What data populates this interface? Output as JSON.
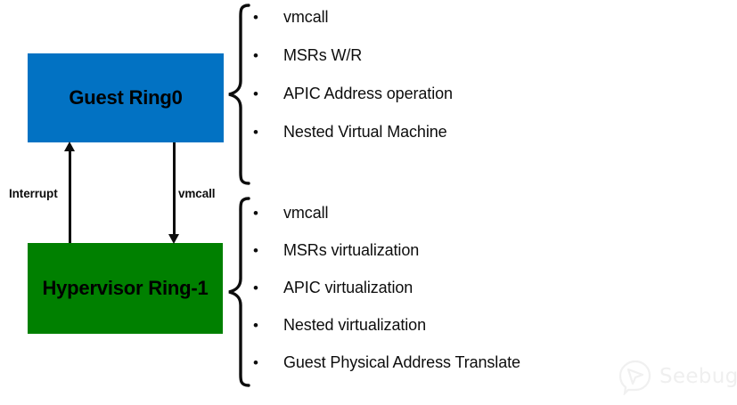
{
  "diagram": {
    "title": "Guest Ring0 / Hypervisor Ring-1 virtualization diagram",
    "boxes": [
      {
        "id": "guest",
        "label": "Guest Ring0",
        "color": "#0272C3",
        "text_color": "#000000"
      },
      {
        "id": "hypervisor",
        "label": "Hypervisor Ring-1",
        "color": "#008000",
        "text_color": "#000000"
      }
    ],
    "arrows": [
      {
        "id": "interrupt",
        "label": "Interrupt",
        "direction": "up",
        "from": "hypervisor",
        "to": "guest"
      },
      {
        "id": "vmcall",
        "label": "vmcall",
        "direction": "down",
        "from": "guest",
        "to": "hypervisor"
      }
    ],
    "bullet_char": "•",
    "groups": [
      {
        "id": "guest",
        "brace": "left-curly-brace",
        "items": [
          "vmcall",
          "MSRs W/R",
          "APIC Address operation",
          "Nested Virtual Machine"
        ]
      },
      {
        "id": "hypervisor",
        "brace": "left-curly-brace",
        "items": [
          "vmcall",
          "MSRs virtualization",
          "APIC virtualization",
          "Nested virtualization",
          "Guest Physical Address Translate"
        ]
      }
    ]
  },
  "watermark": {
    "text": "Seebug",
    "logo": "seebug-cursor-bubble-logo",
    "color": "#E2E2E2"
  }
}
